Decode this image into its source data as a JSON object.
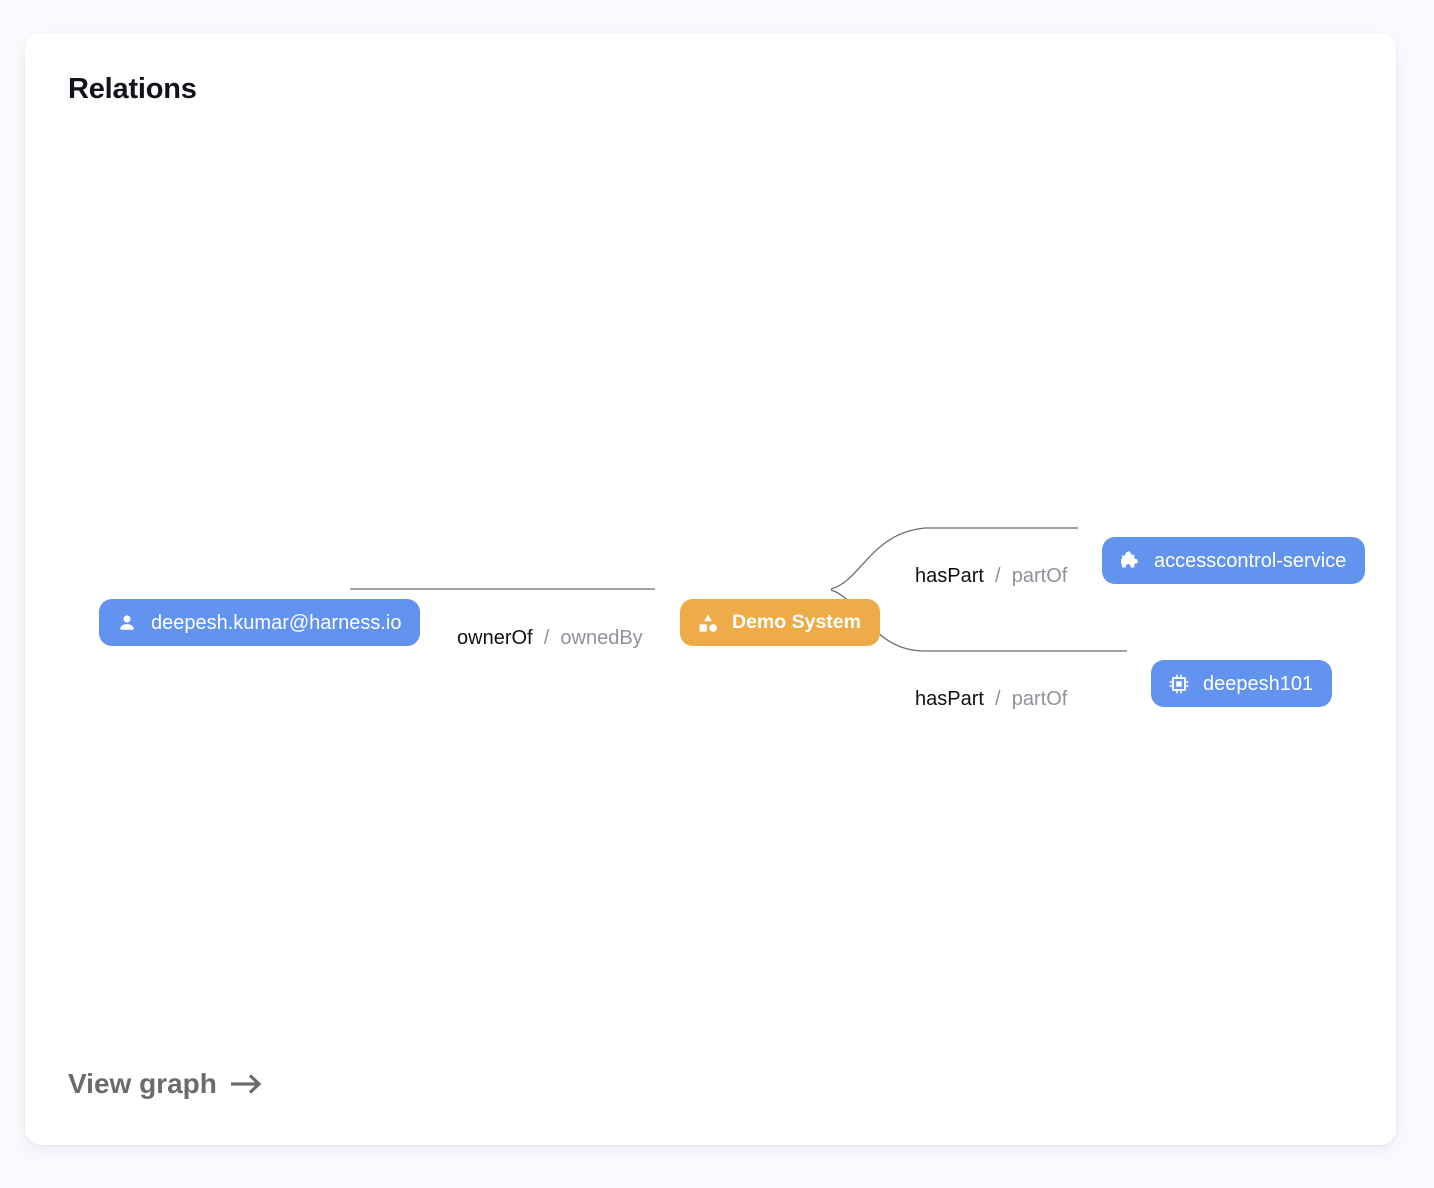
{
  "card": {
    "title": "Relations",
    "footer_link": {
      "label": "View graph",
      "icon": "arrow-right-icon"
    }
  },
  "colors": {
    "page_background": "#f9fafd",
    "card_background": "#ffffff",
    "node_blue": "#6193ef",
    "node_orange": "#eeac48",
    "edge_line": "#6b6b6b",
    "label_forward": "#101114",
    "label_reverse": "#8e9299",
    "title_text": "#10131a",
    "footer_text": "#6b6b6b"
  },
  "graph": {
    "nodes": [
      {
        "id": "user",
        "label": "deepesh.kumar@harness.io",
        "kind": "user",
        "icon": "person-icon",
        "color": "#6193ef",
        "bold": false
      },
      {
        "id": "system",
        "label": "Demo System",
        "kind": "system",
        "icon": "shapes-icon",
        "color": "#eeac48",
        "bold": true
      },
      {
        "id": "service",
        "label": "accesscontrol-service",
        "kind": "component",
        "icon": "puzzle-piece-icon",
        "color": "#6193ef",
        "bold": false
      },
      {
        "id": "resource",
        "label": "deepesh101",
        "kind": "resource",
        "icon": "chip-icon",
        "color": "#6193ef",
        "bold": false
      }
    ],
    "edges": [
      {
        "id": "owner",
        "source": "user",
        "target": "system",
        "forward": "ownerOf",
        "separator": "/",
        "reverse": "ownedBy"
      },
      {
        "id": "part-1",
        "source": "system",
        "target": "service",
        "forward": "hasPart",
        "separator": "/",
        "reverse": "partOf"
      },
      {
        "id": "part-2",
        "source": "system",
        "target": "resource",
        "forward": "hasPart",
        "separator": "/",
        "reverse": "partOf"
      }
    ]
  }
}
